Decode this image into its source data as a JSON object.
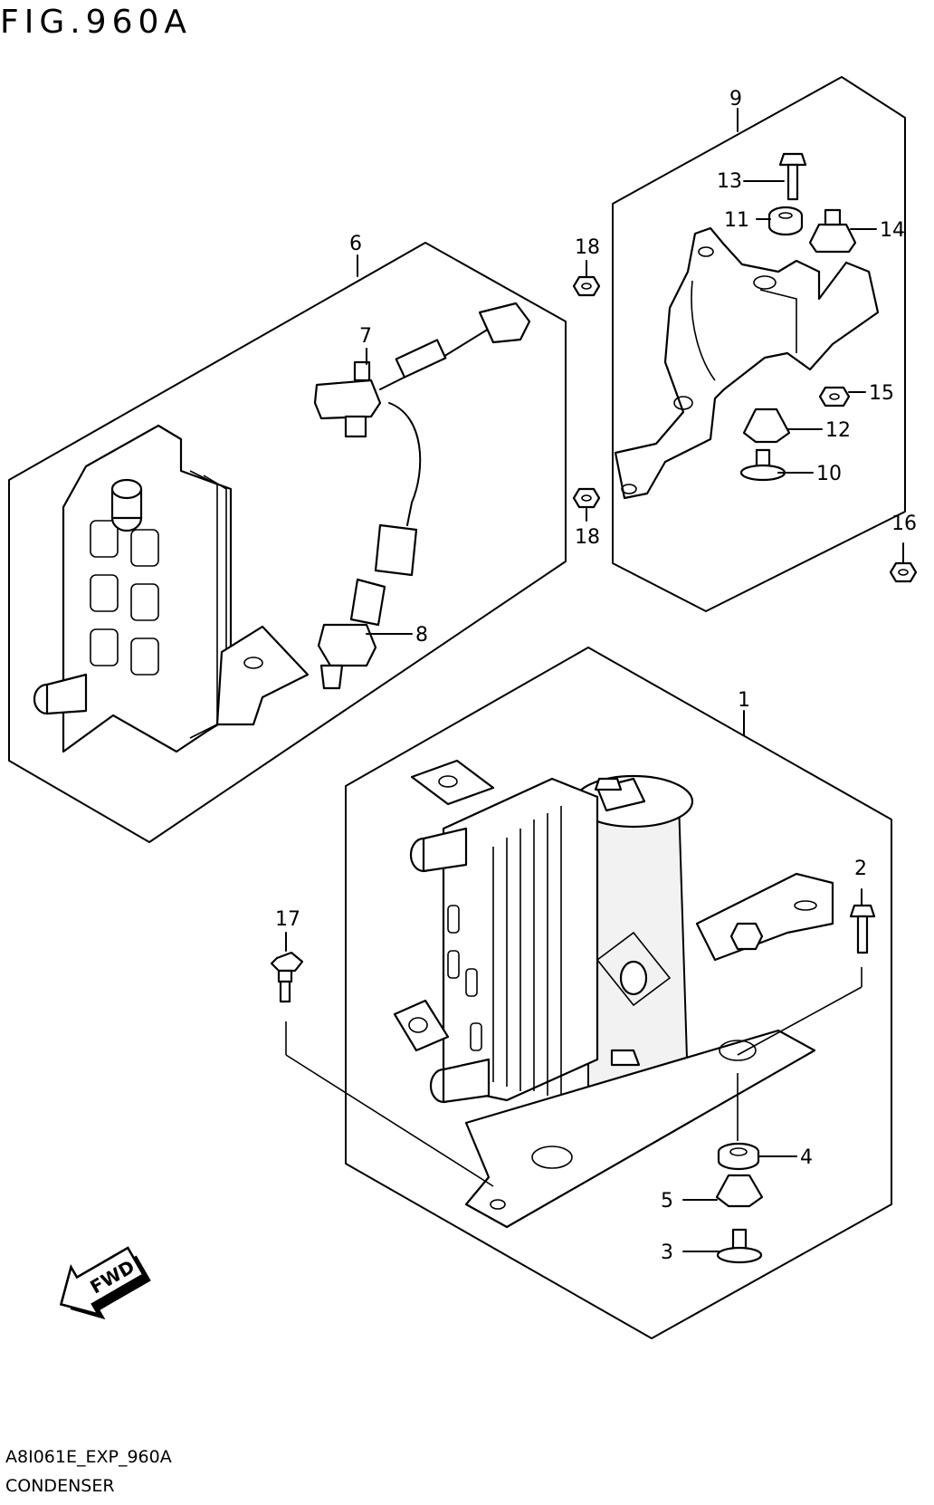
{
  "figure": {
    "title": "FIG.960A"
  },
  "footer": {
    "code": "A8I061E_EXP_960A",
    "name": "CONDENSER"
  },
  "fwd_label": "FWD",
  "callouts": {
    "c1": "1",
    "c2": "2",
    "c3": "3",
    "c4": "4",
    "c5": "5",
    "c6": "6",
    "c7": "7",
    "c8": "8",
    "c9": "9",
    "c10": "10",
    "c11": "11",
    "c12": "12",
    "c13": "13",
    "c14": "14",
    "c15": "15",
    "c16": "16",
    "c17": "17",
    "c18a": "18",
    "c18b": "18"
  }
}
